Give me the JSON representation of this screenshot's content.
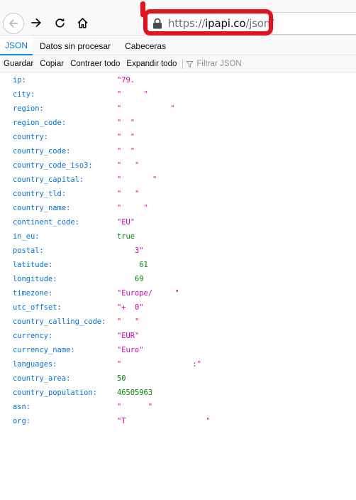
{
  "browser": {
    "url_scheme": "https://",
    "url_host": "ipapi.co",
    "url_path": "/json/"
  },
  "tabs": [
    {
      "label": "JSON",
      "selected": true
    },
    {
      "label": "Datos sin procesar",
      "selected": false
    },
    {
      "label": "Cabeceras",
      "selected": false
    }
  ],
  "json_toolbar": {
    "save": "Guardar",
    "copy": "Copiar",
    "collapse_all": "Contraer todo",
    "expand_all": "Expandir todo",
    "filter_placeholder": "Filtrar JSON"
  },
  "rows": [
    {
      "key": "ip:",
      "value": "\"79.",
      "type": "str"
    },
    {
      "key": "city:",
      "value": "\"     \"",
      "type": "str"
    },
    {
      "key": "region:",
      "value": "\"           \"",
      "type": "str"
    },
    {
      "key": "region_code:",
      "value": "\"  \"",
      "type": "str"
    },
    {
      "key": "country:",
      "value": "\"  \"",
      "type": "str"
    },
    {
      "key": "country_code:",
      "value": "\"  \"",
      "type": "str"
    },
    {
      "key": "country_code_iso3:",
      "value": "\"   \"",
      "type": "str"
    },
    {
      "key": "country_capital:",
      "value": "\"       \"",
      "type": "str"
    },
    {
      "key": "country_tld:",
      "value": "\"   \"",
      "type": "str"
    },
    {
      "key": "country_name:",
      "value": "\"     \"",
      "type": "str"
    },
    {
      "key": "continent_code:",
      "value": "\"EU\"",
      "type": "str"
    },
    {
      "key": "in_eu:",
      "value": "true",
      "type": "bool"
    },
    {
      "key": "postal:",
      "value": "    3\"",
      "type": "str"
    },
    {
      "key": "latitude:",
      "value": "     61",
      "type": "num"
    },
    {
      "key": "longitude:",
      "value": "    69",
      "type": "num"
    },
    {
      "key": "timezone:",
      "value": "\"Europe/     \"",
      "type": "str"
    },
    {
      "key": "utc_offset:",
      "value": "\"+  0\"",
      "type": "str"
    },
    {
      "key": "country_calling_code:",
      "value": "\"   \"",
      "type": "str"
    },
    {
      "key": "currency:",
      "value": "\"EUR\"",
      "type": "str"
    },
    {
      "key": "currency_name:",
      "value": "\"Euro\"",
      "type": "str"
    },
    {
      "key": "languages:",
      "value": "\"                :\"",
      "type": "str"
    },
    {
      "key": "country_area:",
      "value": "50",
      "type": "num"
    },
    {
      "key": "country_population:",
      "value": "46505963",
      "type": "num"
    },
    {
      "key": "asn:",
      "value": "\"      \"",
      "type": "str"
    },
    {
      "key": "org:",
      "value": "\"T                  \"",
      "type": "str"
    }
  ]
}
